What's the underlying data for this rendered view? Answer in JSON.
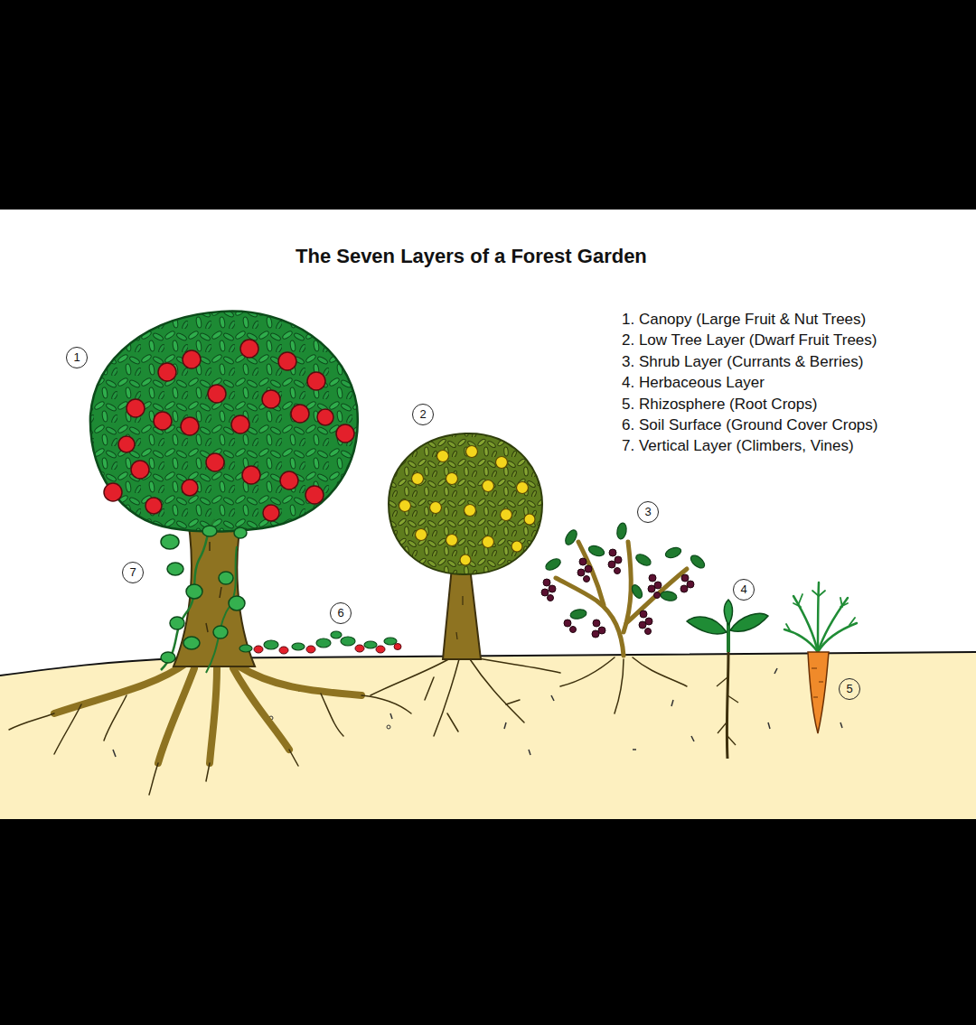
{
  "diagram": {
    "title": "The Seven Layers of a Forest Garden",
    "nodes": [
      {
        "text": [
          "1"
        ]
      },
      {
        "text": [
          "2"
        ]
      },
      {
        "text": [
          "3"
        ]
      },
      {
        "text": [
          "7"
        ]
      },
      {
        "text": [
          "4"
        ]
      },
      {
        "text": [
          "6"
        ]
      },
      {
        "text": [
          "5"
        ]
      }
    ],
    "labels": [
      "1. Canopy (Large Fruit & Nut Trees)",
      "2. Low Tree Layer (Dwarf Fruit Trees)",
      "3. Shrub Layer (Currants & Berries)",
      "4. Herbaceous Layer",
      "5. Rhizosphere (Root Crops)",
      "6. Soil Surface (Ground Cover Crops)",
      "7. Vertical Layer (Climbers, Vines)"
    ]
  }
}
